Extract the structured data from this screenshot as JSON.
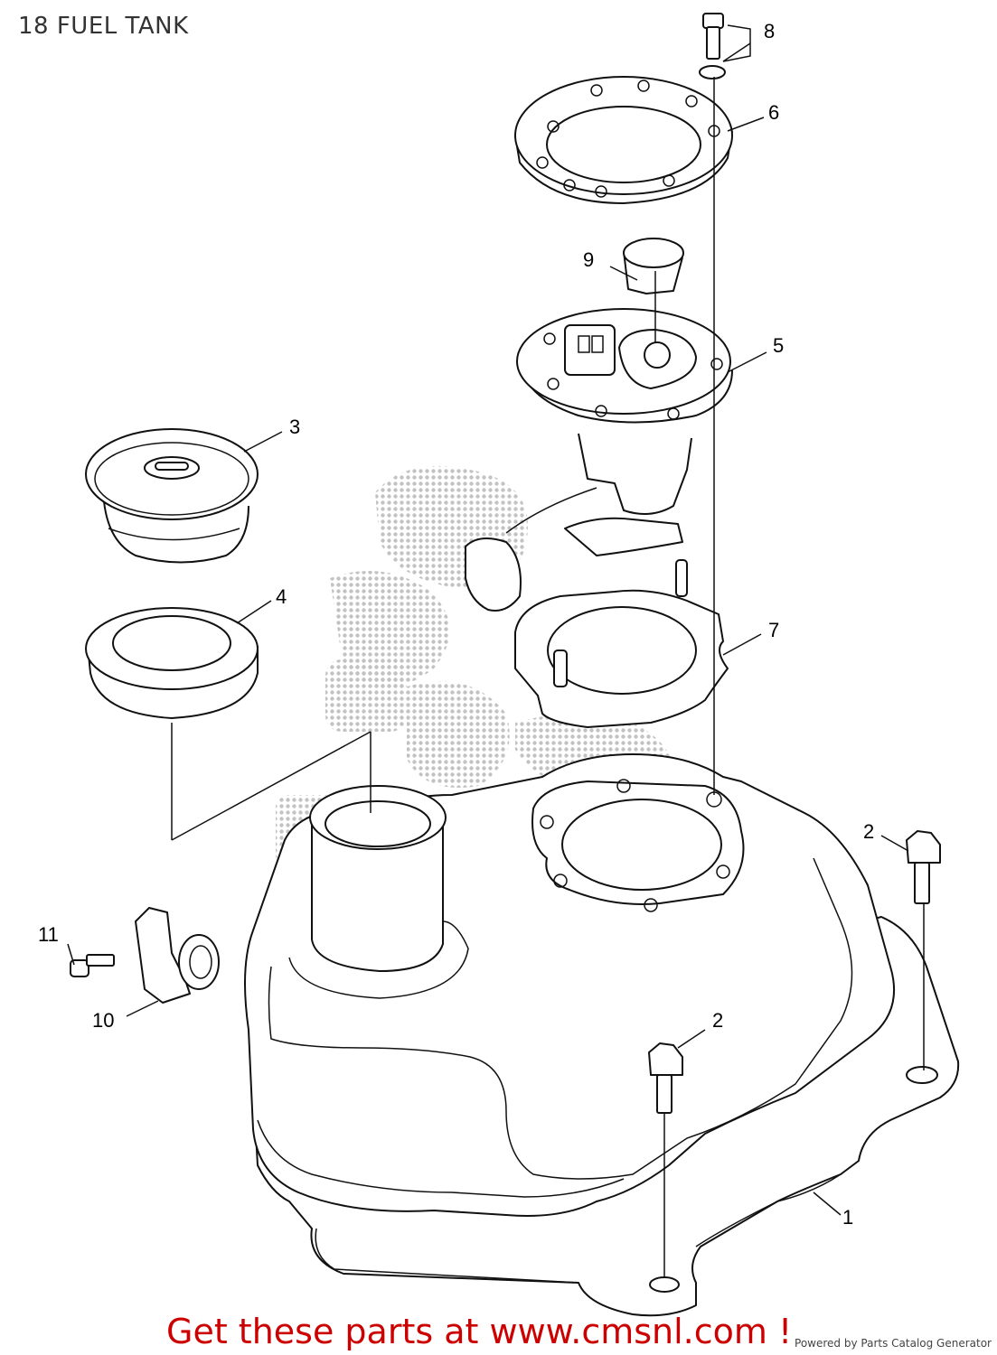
{
  "diagram": {
    "title": "18 FUEL TANK"
  },
  "callouts": {
    "c1": "1",
    "c2a": "2",
    "c2b": "2",
    "c3": "3",
    "c4": "4",
    "c5": "5",
    "c6": "6",
    "c7": "7",
    "c8": "8",
    "c9": "9",
    "c10": "10",
    "c11": "11"
  },
  "footer": {
    "cta": "Get these parts at www.cmsnl.com !",
    "powered_by": "Powered by Parts Catalog Generator"
  },
  "colors": {
    "cta": "#cc0000",
    "watermark": "#bbbbbb"
  }
}
